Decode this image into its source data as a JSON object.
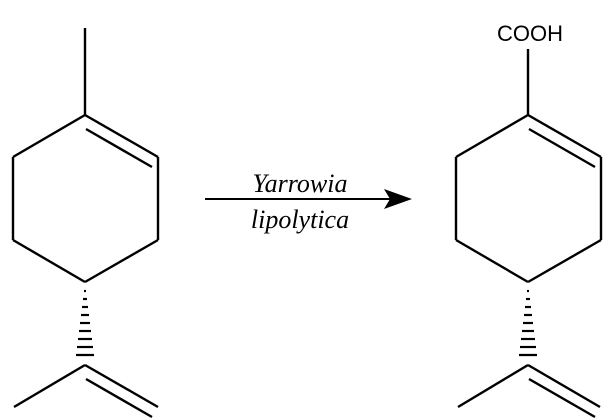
{
  "reaction": {
    "reagent_line1": "Yarrowia",
    "reagent_line2": "lipolytica",
    "product_group": "COOH"
  },
  "colors": {
    "ink": "#000000",
    "background": "#ffffff"
  }
}
